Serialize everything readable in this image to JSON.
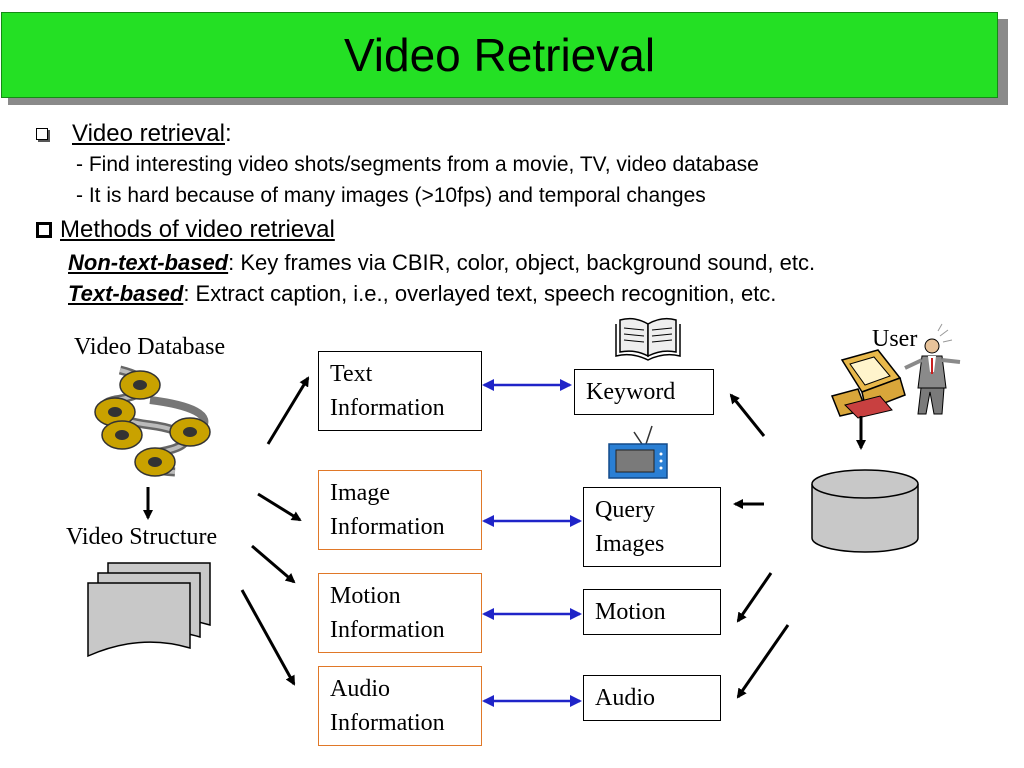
{
  "title": "Video Retrieval",
  "bullets": {
    "b1_heading": "Video retrieval",
    "b1_colon": ":",
    "b1_sub1": "- Find interesting video shots/segments from a movie, TV, video database",
    "b1_sub2": "- It is hard because of many images (>10fps) and temporal changes",
    "b2_heading": "Methods of video retrieval",
    "nontext_term": "Non-text-based",
    "nontext_desc": ": Key frames via CBIR, color, object, background sound, etc.",
    "text_term": "Text-based",
    "text_desc": ": Extract caption, i.e., overlayed text, speech recognition, etc."
  },
  "diagram": {
    "video_database": "Video Database",
    "video_structure": "Video Structure",
    "user": "User",
    "info_boxes": {
      "text": [
        "Text",
        "Information"
      ],
      "image": [
        "Image",
        "Information"
      ],
      "motion": [
        "Motion",
        "Information"
      ],
      "audio": [
        "Audio",
        "Information"
      ]
    },
    "query_boxes": {
      "keyword": "Keyword",
      "query_images": [
        "Query",
        "Images"
      ],
      "motion": "Motion",
      "audio": "Audio"
    }
  },
  "colors": {
    "title_bg": "#24e024",
    "double_arrow": "#1f24c8",
    "orange_border": "#e07828"
  }
}
